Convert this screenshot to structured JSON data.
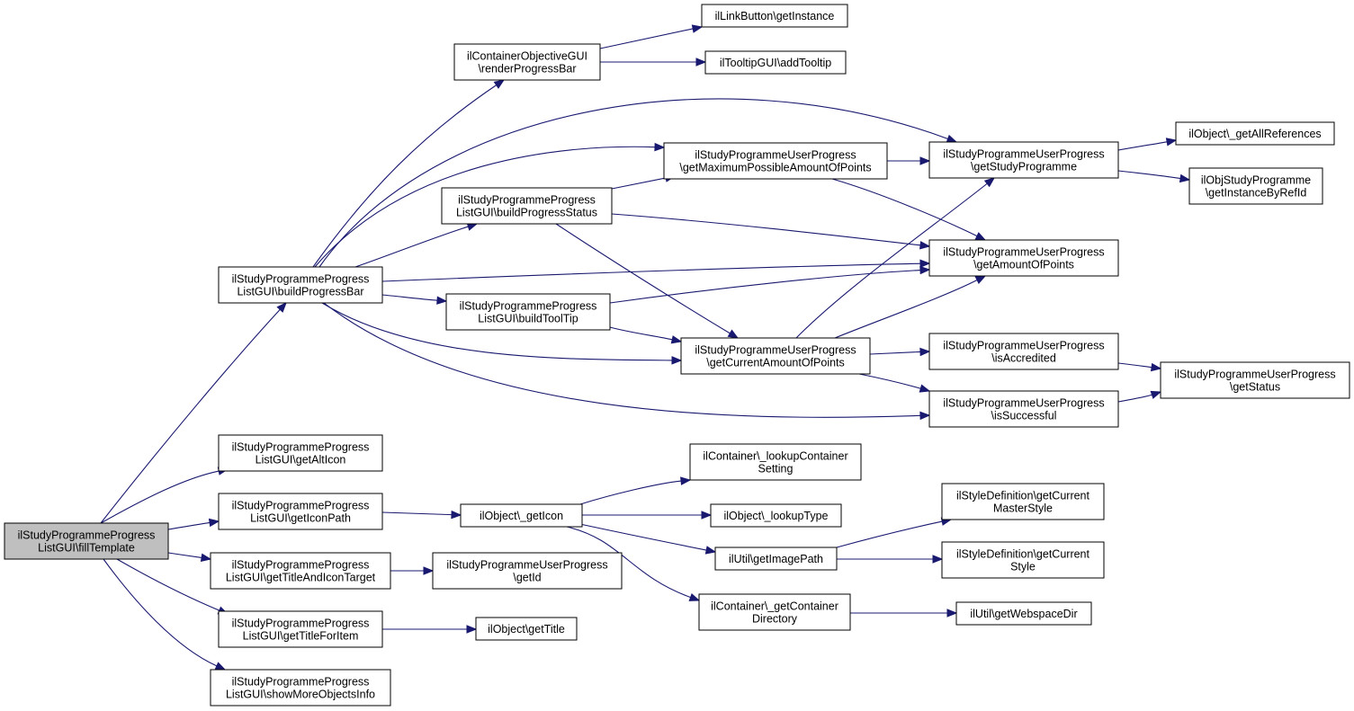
{
  "colors": {
    "edge": "#191970",
    "node_border": "#000000",
    "node_fill": "#ffffff",
    "root_fill": "#bfbfbf"
  },
  "nodes": [
    {
      "id": "fillTemplate",
      "lines": [
        "ilStudyProgrammeProgress",
        "ListGUI\\fillTemplate"
      ],
      "root": true
    },
    {
      "id": "buildProgressBar",
      "lines": [
        "ilStudyProgrammeProgress",
        "ListGUI\\buildProgressBar"
      ]
    },
    {
      "id": "getAltIcon",
      "lines": [
        "ilStudyProgrammeProgress",
        "ListGUI\\getAltIcon"
      ]
    },
    {
      "id": "getIconPath",
      "lines": [
        "ilStudyProgrammeProgress",
        "ListGUI\\getIconPath"
      ]
    },
    {
      "id": "getTitleAndIconTarget",
      "lines": [
        "ilStudyProgrammeProgress",
        "ListGUI\\getTitleAndIconTarget"
      ]
    },
    {
      "id": "getTitleForItem",
      "lines": [
        "ilStudyProgrammeProgress",
        "ListGUI\\getTitleForItem"
      ]
    },
    {
      "id": "showMoreObjectsInfo",
      "lines": [
        "ilStudyProgrammeProgress",
        "ListGUI\\showMoreObjectsInfo"
      ]
    },
    {
      "id": "renderProgressBar",
      "lines": [
        "ilContainerObjectiveGUI",
        "\\renderProgressBar"
      ]
    },
    {
      "id": "buildProgressStatus",
      "lines": [
        "ilStudyProgrammeProgress",
        "ListGUI\\buildProgressStatus"
      ]
    },
    {
      "id": "buildToolTip",
      "lines": [
        "ilStudyProgrammeProgress",
        "ListGUI\\buildToolTip"
      ]
    },
    {
      "id": "getInstance",
      "lines": [
        "ilLinkButton\\getInstance"
      ]
    },
    {
      "id": "addTooltip",
      "lines": [
        "ilTooltipGUI\\addTooltip"
      ]
    },
    {
      "id": "getMaximumPossibleAmountOfPoints",
      "lines": [
        "ilStudyProgrammeUserProgress",
        "\\getMaximumPossibleAmountOfPoints"
      ]
    },
    {
      "id": "getCurrentAmountOfPoints",
      "lines": [
        "ilStudyProgrammeUserProgress",
        "\\getCurrentAmountOfPoints"
      ]
    },
    {
      "id": "getStudyProgramme",
      "lines": [
        "ilStudyProgrammeUserProgress",
        "\\getStudyProgramme"
      ]
    },
    {
      "id": "getAmountOfPoints",
      "lines": [
        "ilStudyProgrammeUserProgress",
        "\\getAmountOfPoints"
      ]
    },
    {
      "id": "isAccredited",
      "lines": [
        "ilStudyProgrammeUserProgress",
        "\\isAccredited"
      ]
    },
    {
      "id": "isSuccessful",
      "lines": [
        "ilStudyProgrammeUserProgress",
        "\\isSuccessful"
      ]
    },
    {
      "id": "getAllReferences",
      "lines": [
        "ilObject\\_getAllReferences"
      ]
    },
    {
      "id": "getInstanceByRefId",
      "lines": [
        "ilObjStudyProgramme",
        "\\getInstanceByRefId"
      ]
    },
    {
      "id": "getStatus",
      "lines": [
        "ilStudyProgrammeUserProgress",
        "\\getStatus"
      ]
    },
    {
      "id": "getIcon",
      "lines": [
        "ilObject\\_getIcon"
      ]
    },
    {
      "id": "getId",
      "lines": [
        "ilStudyProgrammeUserProgress",
        "\\getId"
      ]
    },
    {
      "id": "getTitle",
      "lines": [
        "ilObject\\getTitle"
      ]
    },
    {
      "id": "lookupContainerSetting",
      "lines": [
        "ilContainer\\_lookupContainer",
        "Setting"
      ]
    },
    {
      "id": "lookupType",
      "lines": [
        "ilObject\\_lookupType"
      ]
    },
    {
      "id": "getImagePath",
      "lines": [
        "ilUtil\\getImagePath"
      ]
    },
    {
      "id": "getContainerDirectory",
      "lines": [
        "ilContainer\\_getContainer",
        "Directory"
      ]
    },
    {
      "id": "getCurrentMasterStyle",
      "lines": [
        "ilStyleDefinition\\getCurrent",
        "MasterStyle"
      ]
    },
    {
      "id": "getCurrentStyle",
      "lines": [
        "ilStyleDefinition\\getCurrent",
        "Style"
      ]
    },
    {
      "id": "getWebspaceDir",
      "lines": [
        "ilUtil\\getWebspaceDir"
      ]
    }
  ],
  "edges": [
    [
      "fillTemplate",
      "buildProgressBar"
    ],
    [
      "fillTemplate",
      "getAltIcon"
    ],
    [
      "fillTemplate",
      "getIconPath"
    ],
    [
      "fillTemplate",
      "getTitleAndIconTarget"
    ],
    [
      "fillTemplate",
      "getTitleForItem"
    ],
    [
      "fillTemplate",
      "showMoreObjectsInfo"
    ],
    [
      "buildProgressBar",
      "renderProgressBar"
    ],
    [
      "buildProgressBar",
      "getMaximumPossibleAmountOfPoints"
    ],
    [
      "buildProgressBar",
      "buildProgressStatus"
    ],
    [
      "buildProgressBar",
      "getStudyProgramme"
    ],
    [
      "buildProgressBar",
      "getAmountOfPoints"
    ],
    [
      "buildProgressBar",
      "buildToolTip"
    ],
    [
      "buildProgressBar",
      "getCurrentAmountOfPoints"
    ],
    [
      "buildProgressBar",
      "isSuccessful"
    ],
    [
      "renderProgressBar",
      "getInstance"
    ],
    [
      "renderProgressBar",
      "addTooltip"
    ],
    [
      "buildProgressStatus",
      "getMaximumPossibleAmountOfPoints"
    ],
    [
      "buildProgressStatus",
      "getAmountOfPoints"
    ],
    [
      "buildProgressStatus",
      "getCurrentAmountOfPoints"
    ],
    [
      "buildToolTip",
      "getAmountOfPoints"
    ],
    [
      "buildToolTip",
      "getCurrentAmountOfPoints"
    ],
    [
      "getMaximumPossibleAmountOfPoints",
      "getStudyProgramme"
    ],
    [
      "getMaximumPossibleAmountOfPoints",
      "getAmountOfPoints"
    ],
    [
      "getCurrentAmountOfPoints",
      "getStudyProgramme"
    ],
    [
      "getCurrentAmountOfPoints",
      "getAmountOfPoints"
    ],
    [
      "getCurrentAmountOfPoints",
      "isAccredited"
    ],
    [
      "getCurrentAmountOfPoints",
      "isSuccessful"
    ],
    [
      "getStudyProgramme",
      "getAllReferences"
    ],
    [
      "getStudyProgramme",
      "getInstanceByRefId"
    ],
    [
      "isAccredited",
      "getStatus"
    ],
    [
      "isSuccessful",
      "getStatus"
    ],
    [
      "getIconPath",
      "getIcon"
    ],
    [
      "getTitleAndIconTarget",
      "getId"
    ],
    [
      "getTitleForItem",
      "getTitle"
    ],
    [
      "getIcon",
      "lookupContainerSetting"
    ],
    [
      "getIcon",
      "lookupType"
    ],
    [
      "getIcon",
      "getImagePath"
    ],
    [
      "getIcon",
      "getContainerDirectory"
    ],
    [
      "getImagePath",
      "getCurrentMasterStyle"
    ],
    [
      "getImagePath",
      "getCurrentStyle"
    ],
    [
      "getContainerDirectory",
      "getWebspaceDir"
    ]
  ]
}
